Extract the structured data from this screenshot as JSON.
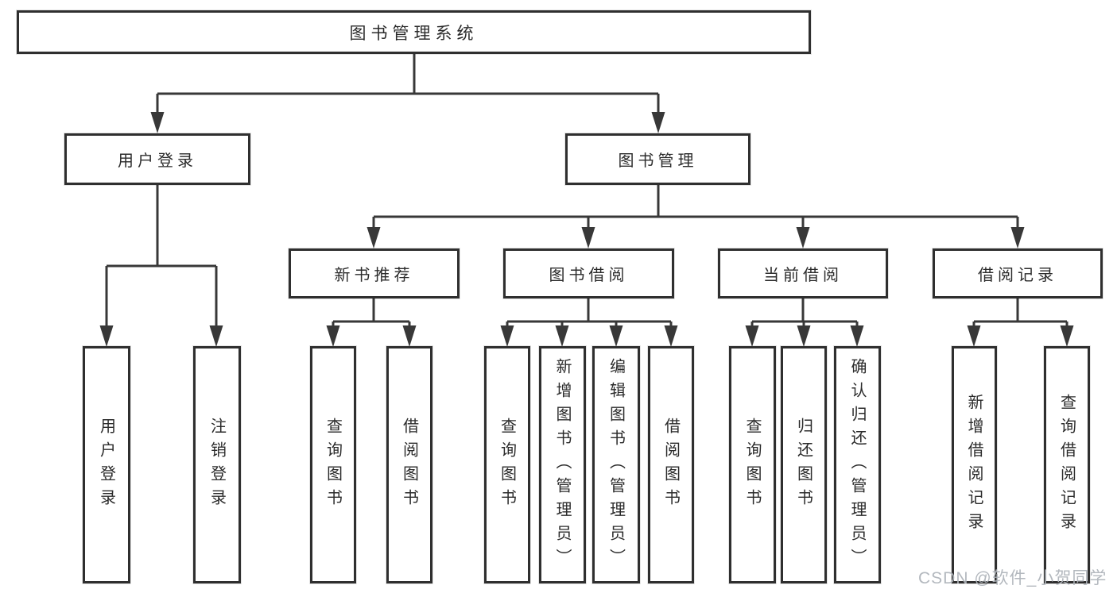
{
  "diagram": {
    "title": "图书管理系统",
    "branches": [
      {
        "label": "用户登录",
        "children": [
          "用户登录",
          "注销登录"
        ]
      },
      {
        "label": "图书管理",
        "groups": [
          {
            "label": "新书推荐",
            "children": [
              "查询图书",
              "借阅图书"
            ]
          },
          {
            "label": "图书借阅",
            "children": [
              "查询图书",
              "新增图书（管理员）",
              "编辑图书（管理员）",
              "借阅图书"
            ]
          },
          {
            "label": "当前借阅",
            "children": [
              "查询图书",
              "归还图书",
              "确认归还（管理员）"
            ]
          },
          {
            "label": "借阅记录",
            "children": [
              "新增借阅记录",
              "查询借阅记录"
            ]
          }
        ]
      }
    ]
  },
  "colors": {
    "line": "#383838",
    "node_border": "#2f2f2f",
    "text": "#2b2b2b",
    "background": "#ffffff",
    "watermark": "#b0b4bb"
  },
  "watermark": "CSDN @软件_小贺同学"
}
